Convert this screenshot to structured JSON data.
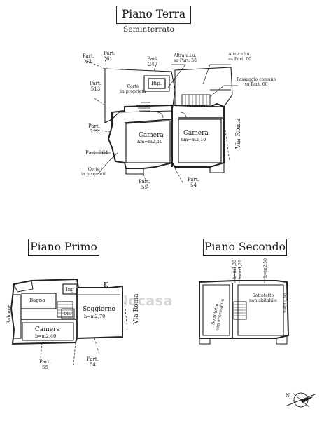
{
  "piano_terra": {
    "title": "Piano Terra",
    "subtitle": "Seminterrato",
    "labels": {
      "part62": "Part.\n62",
      "part61": "Part.\n61",
      "part247": "Part.\n247",
      "part513": "Part.\n513",
      "part512": "Part.\n512",
      "part264": "Part. 264",
      "part55": "Part.\n55",
      "part54": "Part.\n54",
      "altra_uiu": "Altra u.i.u.\nsu Part. 58",
      "altre_uiu": "Altre u.i.u.\nsu Part. 60",
      "passaggio": "Passaggio comune\nsu Part. 60",
      "corte_top": "Corte\nin proprietà",
      "corte_bottom": "Corte\nin proprietà",
      "rip": "Rip.",
      "camera_left": "Camera",
      "camera_left_h": "hm=m2,10",
      "camera_right": "Camera",
      "camera_right_h": "hm=m2,10",
      "via_roma": "Via Roma"
    }
  },
  "piano_primo": {
    "title": "Piano Primo",
    "labels": {
      "balcone": "Balcone",
      "bagno": "Bagno",
      "ing": "Ing",
      "dis": "Dis.",
      "k": "K",
      "soggiorno": "Soggiorno",
      "soggiorno_h": "h=m2,70",
      "camera": "Camera",
      "camera_h": "h=m2,40",
      "via_roma": "Via Roma",
      "part55": "Part.\n55",
      "part54": "Part.\n54"
    }
  },
  "piano_secondo": {
    "title": "Piano Secondo",
    "labels": {
      "sottotetto_left": "Sottotetto\nnon accessibile",
      "sottotetto_right": "Sottotetto\nnon abitabile",
      "h_left_1": "h=m1,30",
      "h_left_2": "h=m1,20",
      "h_right_1": "h=m2,50",
      "h_right_2": "h=m2,30"
    }
  },
  "watermark": "locasa",
  "compass": {
    "label": "N"
  }
}
